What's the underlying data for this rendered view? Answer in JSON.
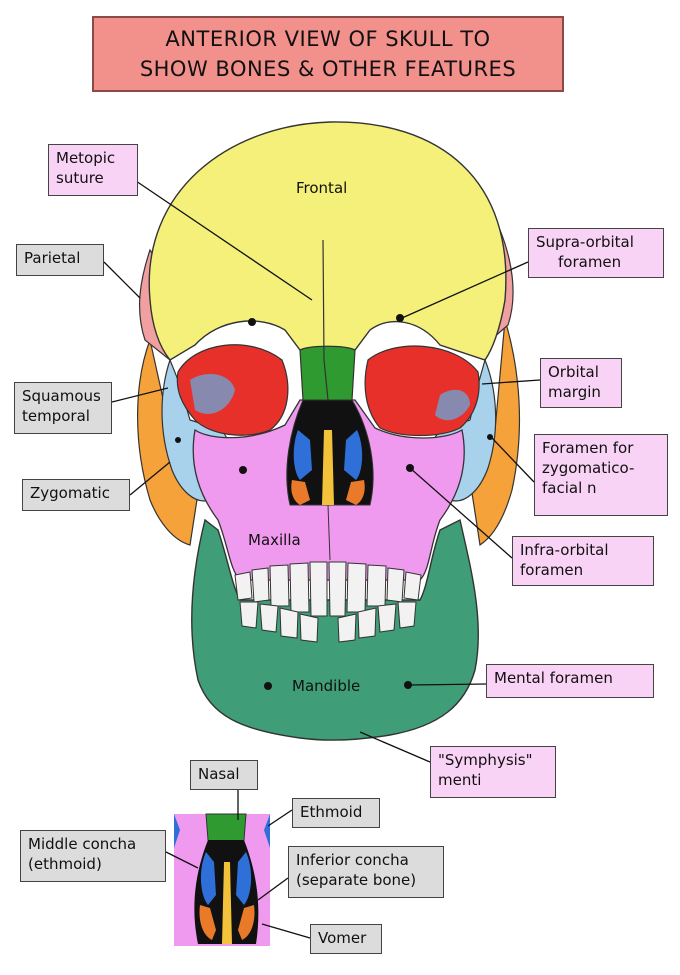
{
  "title": {
    "line1": "ANTERIOR VIEW OF SKULL TO",
    "line2": "SHOW BONES & OTHER FEATURES",
    "color": "#f2908c"
  },
  "bone_colors": {
    "frontal": "#f4f07a",
    "parietal": "#f0a0a0",
    "temporal": "#f5a23a",
    "zygomatic": "#a8d2ec",
    "sphenoid": "#e8302a",
    "maxilla": "#f09aef",
    "mandible": "#3f9e78",
    "nasal": "#2f9a2f",
    "ethmoid": "#2f6fd8",
    "inferior_concha": "#e87a2a",
    "vomer": "#f2c23a",
    "teeth": "#f2f2f2"
  },
  "bone_labels": {
    "frontal": "Frontal",
    "maxilla": "Maxilla",
    "mandible": "Mandible"
  },
  "labels": {
    "metopic": [
      "Metopic",
      "suture"
    ],
    "parietal": [
      "Parietal"
    ],
    "squamous": [
      "Squamous",
      "temporal"
    ],
    "zygomatic": [
      "Zygomatic"
    ],
    "supraorbital": [
      "Supra-orbital",
      "foramen"
    ],
    "orbital_margin": [
      "Orbital",
      "margin"
    ],
    "zygomaticofacial": [
      "Foramen for",
      "zygomatico-",
      "facial n"
    ],
    "infraorbital": [
      "Infra-orbital",
      "foramen"
    ],
    "mental": [
      "Mental foramen"
    ],
    "symphysis": [
      "\"Symphysis\"",
      "menti"
    ],
    "nasal": [
      "Nasal"
    ],
    "ethmoid": [
      "Ethmoid"
    ],
    "middle_concha": [
      "Middle concha",
      "(ethmoid)"
    ],
    "inferior_concha": [
      "Inferior concha",
      "(separate bone)"
    ],
    "vomer": [
      "Vomer"
    ]
  }
}
